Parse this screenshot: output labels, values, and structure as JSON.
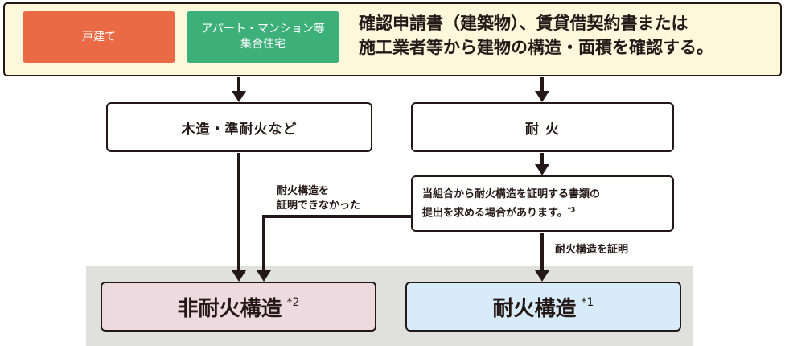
{
  "header": {
    "tag_detached": "戸建て",
    "tag_apartment_line1": "アパート・マンション等",
    "tag_apartment_line2": "集合住宅",
    "intro_line1": "確認申請書（建築物）、賃貸借契約書または",
    "intro_line2": "施工業者等から建物の構造・面積を確認する。"
  },
  "branches": {
    "wood": "木造・準耐火など",
    "fireproof": "耐 火",
    "note_line1": "当組合から耐火構造を証明する書類の",
    "note_line2": "提出を求める場合があります。",
    "note_mark": "*3"
  },
  "edges": {
    "not_proven_line1": "耐火構造を",
    "not_proven_line2": "証明できなかった",
    "proven": "耐火構造を証明"
  },
  "results": {
    "non_fireproof": "非耐火構造",
    "non_fireproof_mark": "*2",
    "fireproof": "耐火構造",
    "fireproof_mark": "*1"
  },
  "colors": {
    "tag_detached": "#ea6a45",
    "tag_apartment": "#3db07a",
    "header_bg": "#fdf7dc",
    "result_non_fireproof": "#edd9e0",
    "result_fireproof": "#d7ecf8",
    "result_band": "#e0e0df"
  }
}
